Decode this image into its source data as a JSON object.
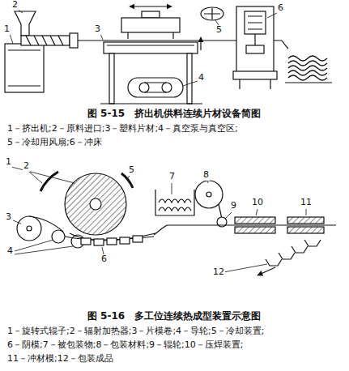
{
  "diagram": {
    "labels": [
      "1",
      "2",
      "3",
      "4",
      "5",
      "6",
      "图 5-15　挤出机供料连续片材设备简图",
      "1－挤出机;2－原料进口;3－塑料片材;4－真空泵与真空区;",
      "5－冷却用风扇;6－冲床",
      "1",
      "2",
      "3",
      "4",
      "5",
      "6",
      "7",
      "8",
      "9",
      "10",
      "11",
      "12",
      "图 5-16　多工位连续热成型装置示意图",
      "1－旋转式辊子;2－辐射加热器;3－片模卷;4－导轮;5－冷却装置;",
      "6－阴模;7－被包装物;8－包装材料;9－辊轮;10－压焊装置;",
      "11－冲材模;12－包装成品"
    ]
  }
}
